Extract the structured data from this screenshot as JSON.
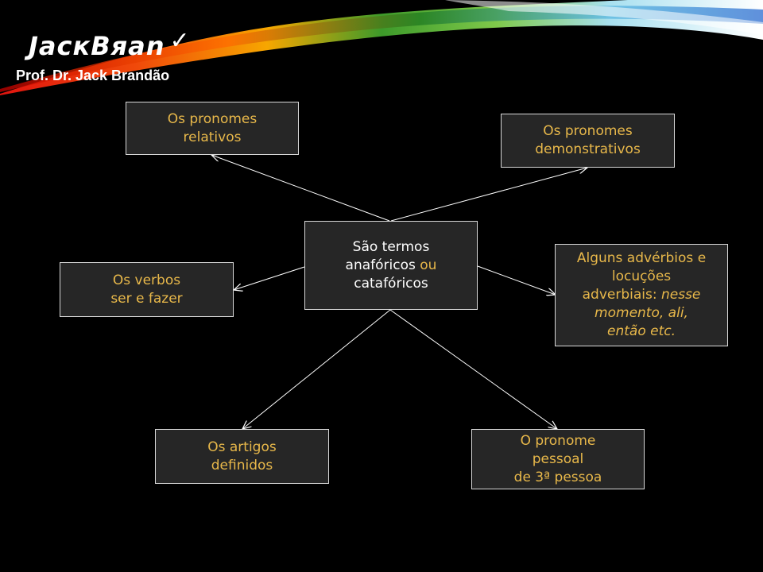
{
  "header": {
    "logo": "JacкBяan",
    "logo_mark": "✓",
    "subtitle": "Prof. Dr. Jack Brandão"
  },
  "diagram": {
    "center": {
      "line1": "São termos",
      "line2_a": "anafóricos",
      "line2_b": " ou",
      "line3": "catafóricos"
    },
    "nodes": {
      "relativos": {
        "line1": "Os pronomes",
        "line2": "relativos"
      },
      "demonstrativos": {
        "line1": "Os pronomes",
        "line2": "demonstrativos"
      },
      "verbos": {
        "line1": "Os verbos",
        "line2": "ser e fazer"
      },
      "adverbios": {
        "line1": "Alguns advérbios e",
        "line2": "locuções",
        "line3_a": "adverbiais: ",
        "line3_b": "nesse",
        "line4": "momento, ali,",
        "line5": "então etc."
      },
      "artigos": {
        "line1": "Os artigos",
        "line2": "definidos"
      },
      "pessoal": {
        "line1": "O pronome",
        "line2": "pessoal",
        "line3": "de 3ª pessoa"
      }
    }
  },
  "colors": {
    "background": "#000000",
    "box_fill": "#262626",
    "box_border": "#d9d9d9",
    "accent_text": "#e8b84a",
    "white_text": "#ffffff",
    "connector": "#ffffff"
  }
}
